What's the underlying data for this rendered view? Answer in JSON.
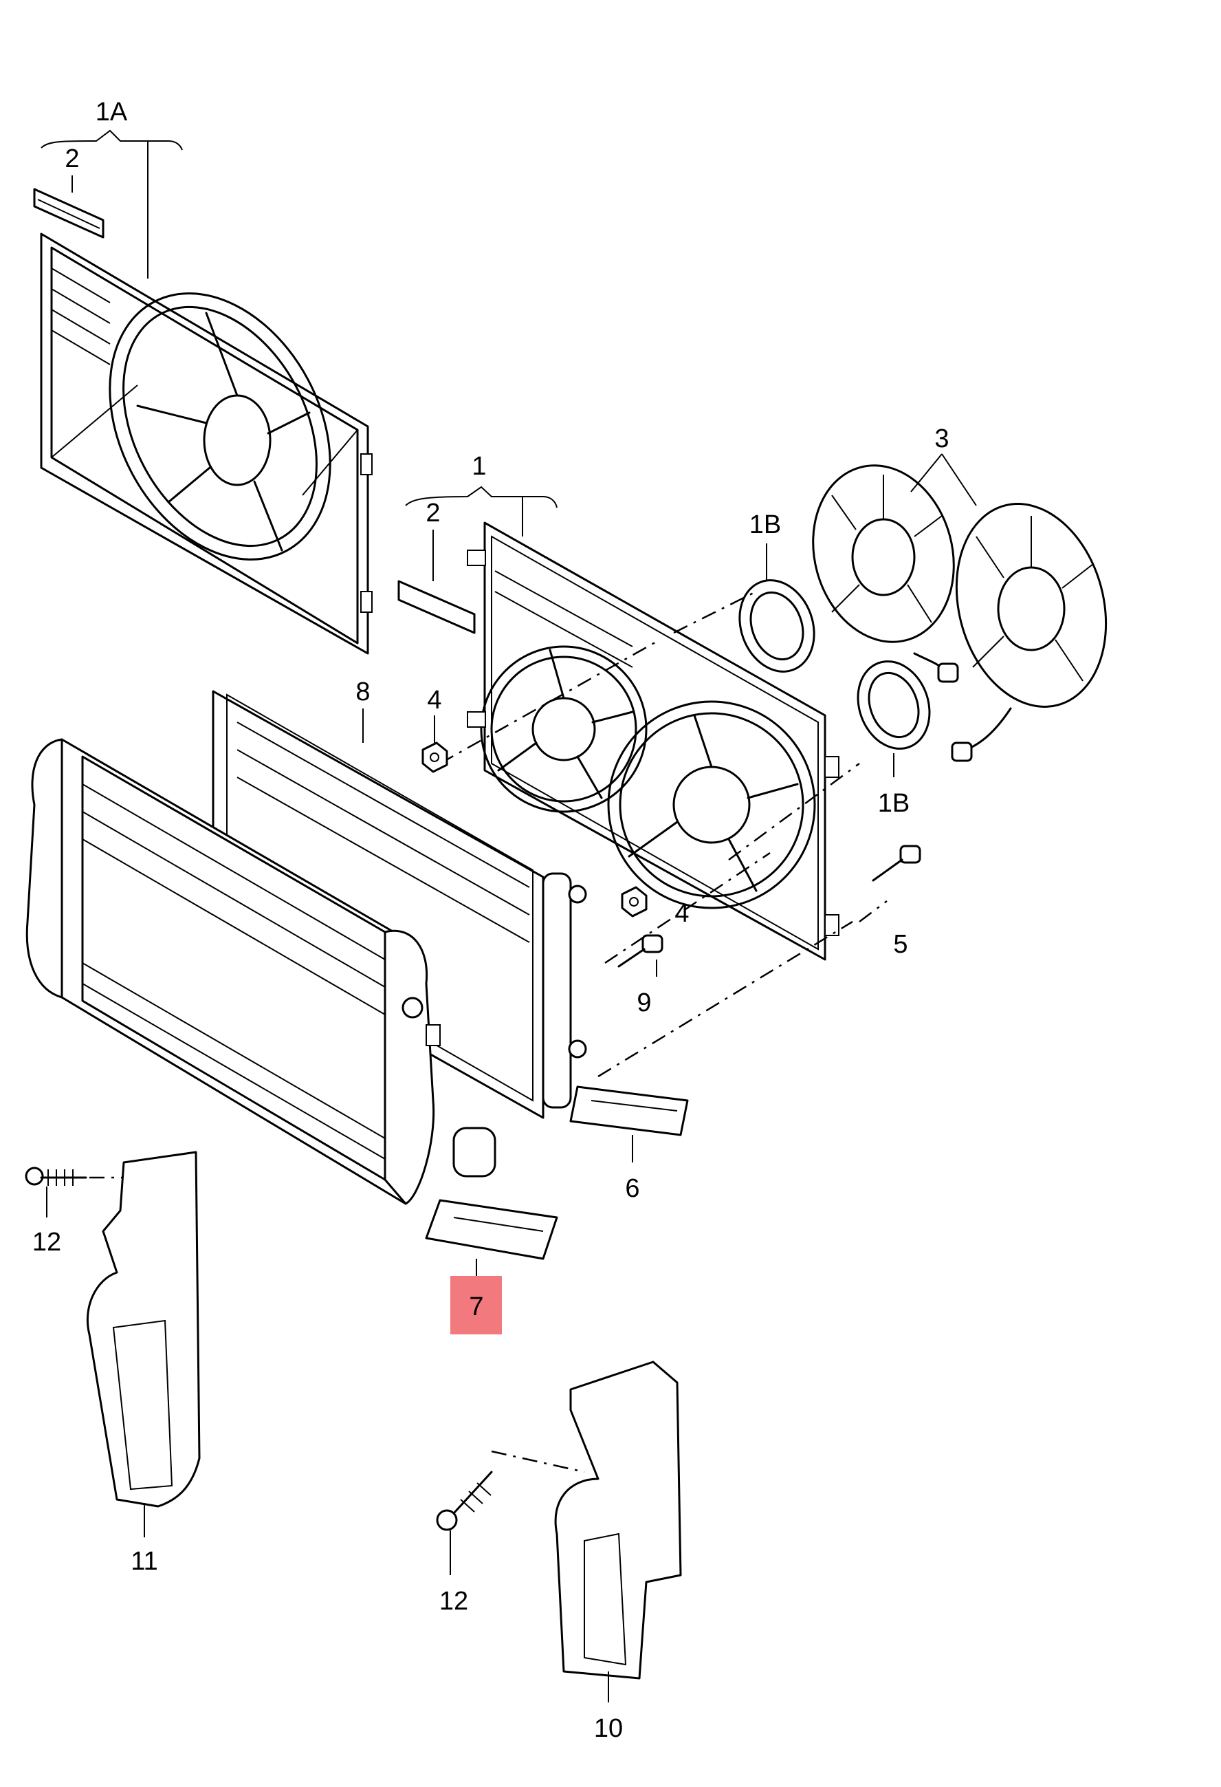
{
  "highlight_color": "#f2797e",
  "callouts": {
    "c1A": "1A",
    "c2a": "2",
    "c1": "1",
    "c2b": "2",
    "c1B_top": "1B",
    "c3": "3",
    "c8": "8",
    "c4a": "4",
    "c1B_bottom": "1B",
    "c4b": "4",
    "c5": "5",
    "c9": "9",
    "c6": "6",
    "c12a": "12",
    "c7": "7",
    "c11": "11",
    "c12b": "12",
    "c10": "10"
  }
}
